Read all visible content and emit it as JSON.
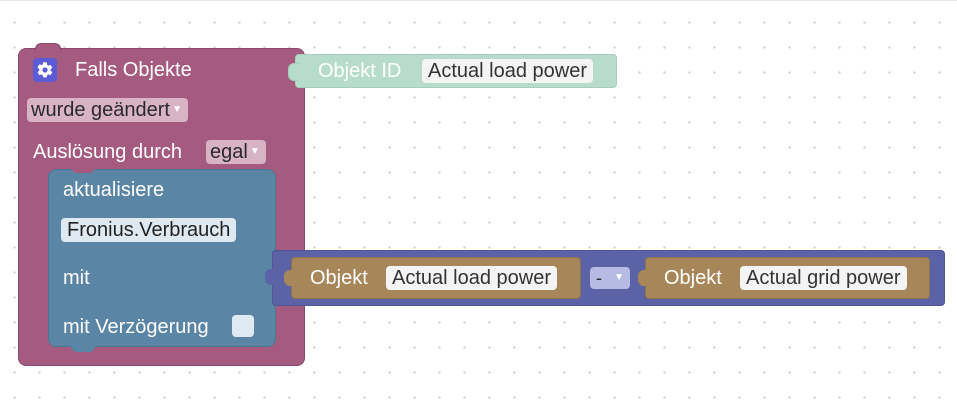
{
  "event": {
    "title": "Falls Objekte",
    "trigger_mode": "wurde geändert",
    "trigger_by_label": "Auslösung durch",
    "trigger_by_value": "egal"
  },
  "object_id_block": {
    "label": "Objekt ID",
    "value": "Actual load power"
  },
  "update": {
    "label": "aktualisiere",
    "variable": "Fronius.Verbrauch",
    "with_label": "mit",
    "delay_label": "mit Verzögerung"
  },
  "math": {
    "operator": "-",
    "left": {
      "label": "Objekt",
      "value": "Actual load power"
    },
    "right": {
      "label": "Objekt",
      "value": "Actual grid power"
    }
  },
  "icons": {
    "gear": "gear-icon",
    "dropdown": "dropdown-caret-icon"
  },
  "colors": {
    "event": "#a55b80",
    "object_id": "#b7dccc",
    "update": "#5a85a5",
    "math": "#5b62a6",
    "objekt": "#a7875a"
  }
}
